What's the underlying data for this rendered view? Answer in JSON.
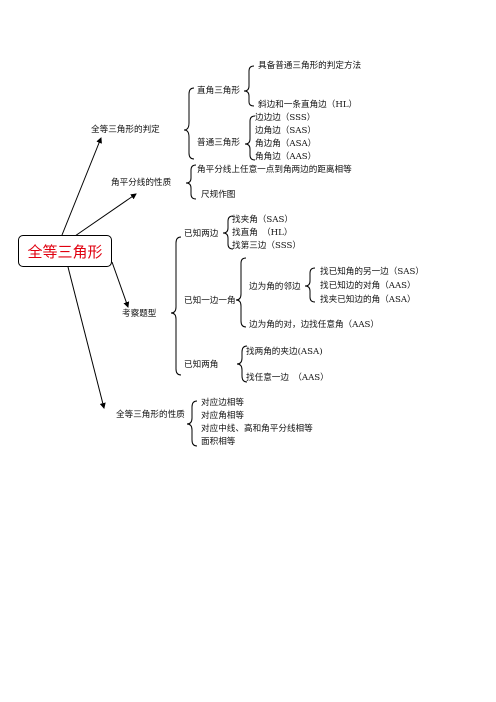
{
  "root": {
    "title": "全等三角形"
  },
  "branches": {
    "criteria": {
      "label": "全等三角形的判定",
      "right": {
        "label": "直角三角形",
        "items": [
          "具备普通三角形的判定方法",
          "斜边和一条直角边（HL）"
        ]
      },
      "ordinary": {
        "label": "普通三角形",
        "items": [
          "边边边（SSS）",
          "边角边（SAS）",
          "角边角（ASA）",
          "角角边（AAS）"
        ]
      }
    },
    "bisector": {
      "label": "角平分线的性质",
      "items": [
        "角平分线上任意一点到角两边的距离相等",
        "尺规作图"
      ]
    },
    "exam": {
      "label": "考察题型",
      "two_sides": {
        "label": "已知两边",
        "items": [
          "找夹角（SAS）",
          "找直角　（HL）",
          "找第三边（SSS）"
        ]
      },
      "side_angle": {
        "label": "已知一边一角",
        "adjacent": {
          "label": "边为角的邻边",
          "items": [
            "找已知角的另一边（SAS）",
            "找已知边的对角（AAS）",
            "找夹已知边的角（ASA）"
          ]
        },
        "opposite": "边为角的对，边找任意角（AAS）"
      },
      "two_angles": {
        "label": "已知两角",
        "items": [
          "找两角的夹边(ASA)",
          "找任意一边　（AAS）"
        ]
      }
    },
    "properties": {
      "label": "全等三角形的性质",
      "items": [
        "对应边相等",
        "对应角相等",
        "对应中线、高和角平分线相等",
        "面积相等"
      ]
    }
  }
}
